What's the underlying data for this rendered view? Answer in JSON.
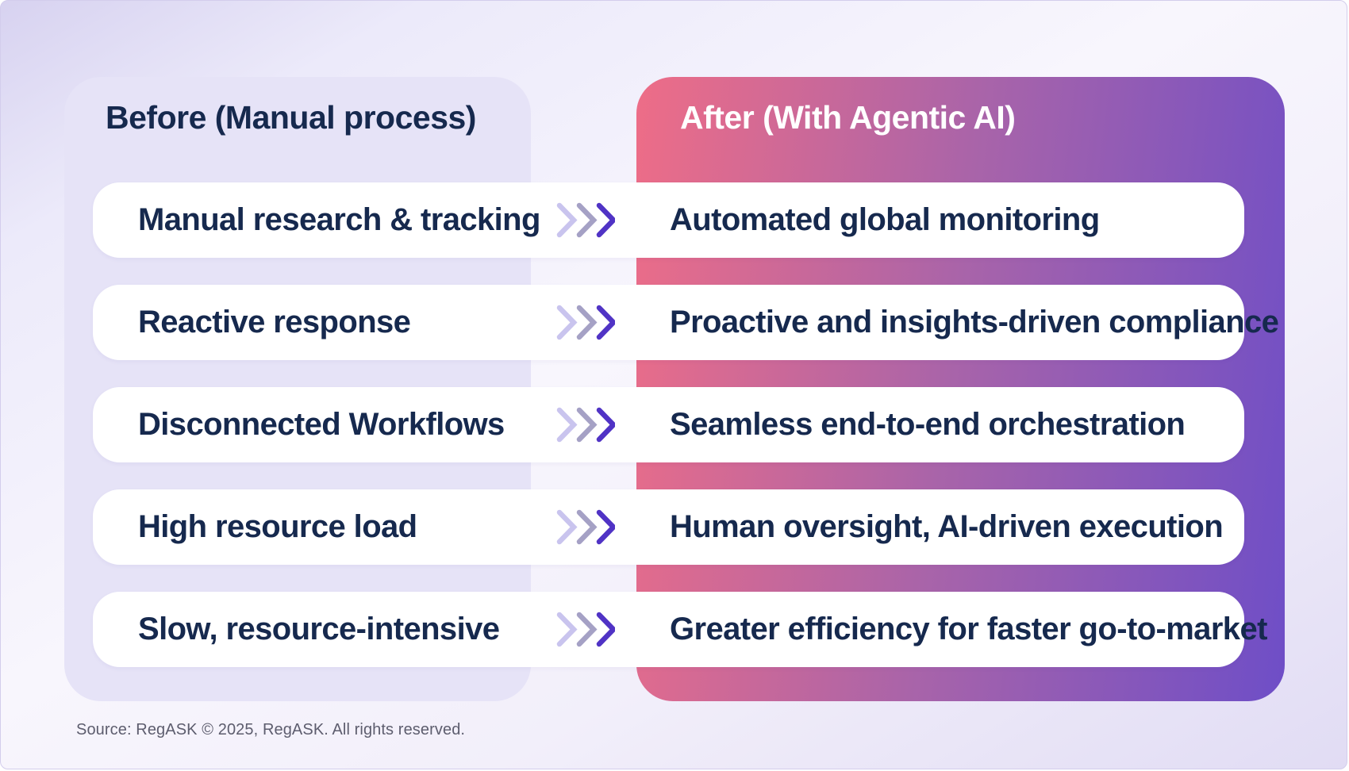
{
  "panels": {
    "before": {
      "title": "Before (Manual process)"
    },
    "after": {
      "title": "After (With Agentic AI)"
    }
  },
  "rows": [
    {
      "before": "Manual research & tracking",
      "after": "Automated global monitoring"
    },
    {
      "before": "Reactive response",
      "after": "Proactive and insights-driven compliance"
    },
    {
      "before": "Disconnected Workflows",
      "after": "Seamless end-to-end orchestration"
    },
    {
      "before": "High resource load",
      "after": "Human oversight, AI-driven execution"
    },
    {
      "before": "Slow, resource-intensive",
      "after": "Greater efficiency for faster go-to-market"
    }
  ],
  "footer": {
    "source": "Source: RegASK © 2025, RegASK. All rights reserved."
  },
  "icons": {
    "between_rows": "triple-chevron-right-icon"
  },
  "colors": {
    "before_panel_bg": "#e6e3f7",
    "after_gradient_start": "#ee6d87",
    "after_gradient_mid": "#a964a9",
    "after_gradient_end": "#6e4ec7",
    "row_bg": "#ffffff",
    "text_dark": "#16294e",
    "text_light": "#ffffff",
    "chevron_1": "#c9c4ee",
    "chevron_2": "#a5a1c5",
    "chevron_3": "#5033c5",
    "footer_text": "#5d5d6e",
    "page_bg_edge": "#d7d2f0",
    "page_bg_center": "#f8f6fd"
  }
}
